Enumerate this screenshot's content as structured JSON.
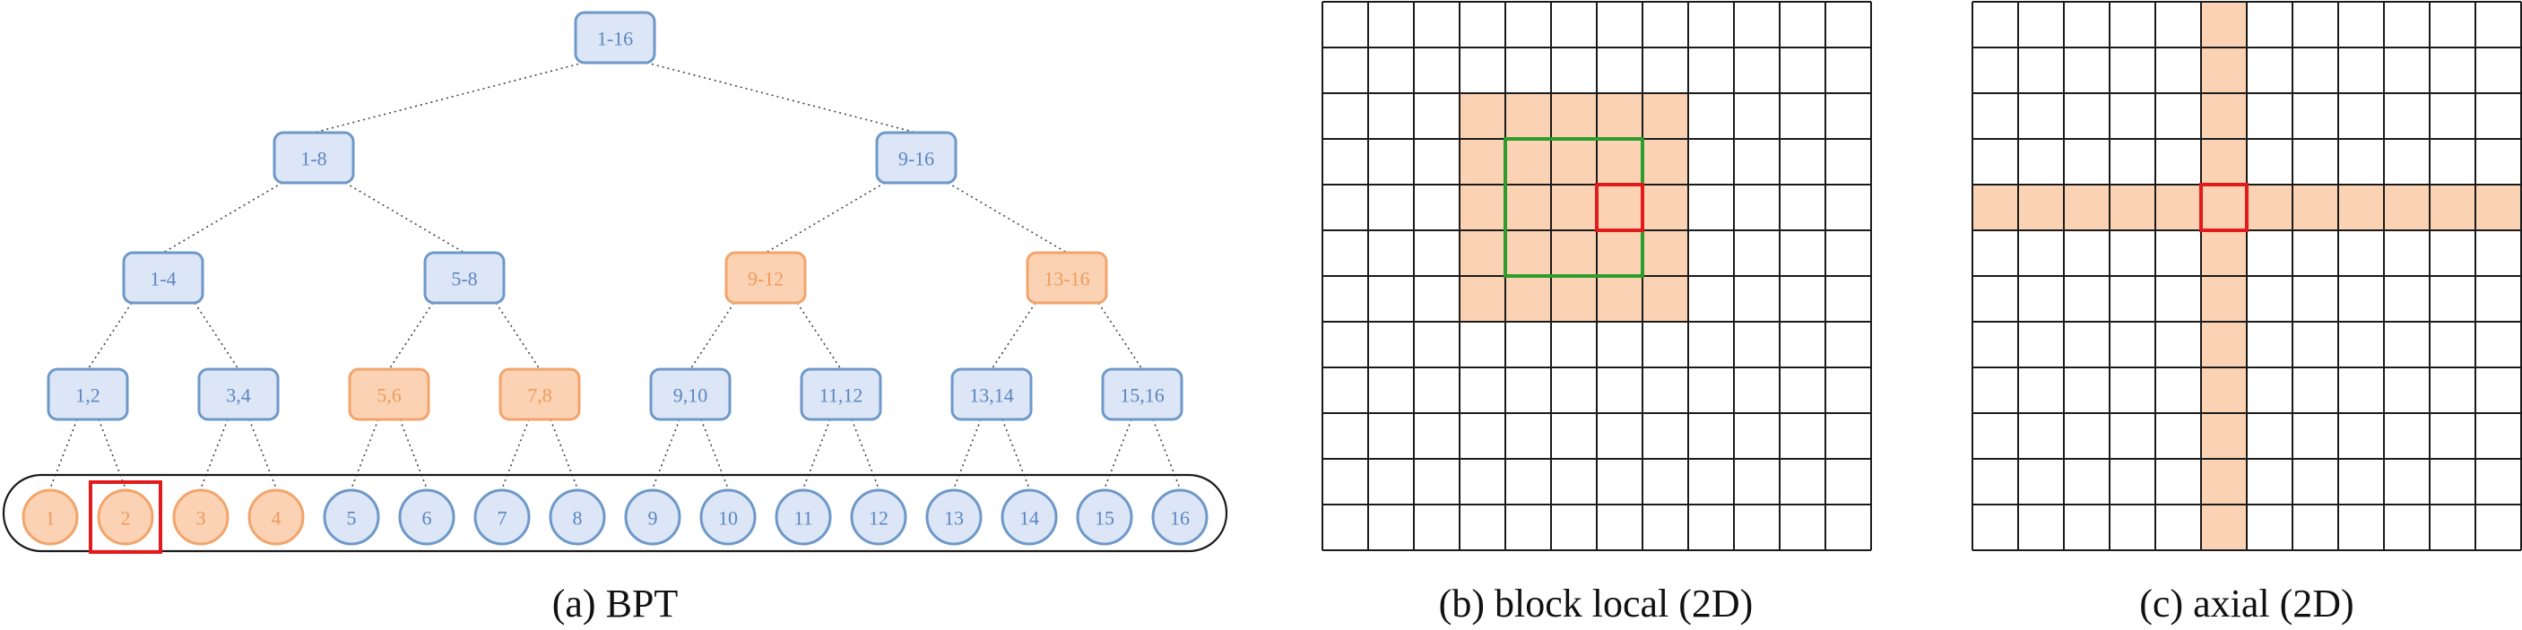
{
  "colors": {
    "blue_fill": "#dce6f7",
    "blue_stroke": "#6e98c8",
    "blue_text": "#5b86bf",
    "orange_fill": "#fbd3b4",
    "orange_stroke": "#f2a46b",
    "orange_text": "#ee9a5c",
    "highlight_red": "#e31a1c",
    "block_green": "#2c9c2c",
    "shade": "#fbd3b4",
    "grid_line": "#1a1a1a"
  },
  "bpt": {
    "caption": "(a)  BPT",
    "root": "1-16",
    "level1": [
      "1-8",
      "9-16"
    ],
    "level2": [
      "1-4",
      "5-8",
      "9-12",
      "13-16"
    ],
    "level3": [
      "1,2",
      "3,4",
      "5,6",
      "7,8",
      "9,10",
      "11,12",
      "13,14",
      "15,16"
    ],
    "leaves": [
      "1",
      "2",
      "3",
      "4",
      "5",
      "6",
      "7",
      "8",
      "9",
      "10",
      "11",
      "12",
      "13",
      "14",
      "15",
      "16"
    ],
    "highlighted_orange": [
      "9-12",
      "13-16",
      "5,6",
      "7,8",
      "1",
      "2",
      "3",
      "4"
    ],
    "query_leaf": "2"
  },
  "block_local": {
    "caption": "(b)  block local (2D)",
    "grid_size": 12,
    "query_cell": {
      "row": 4,
      "col": 6
    },
    "shaded_rows": [
      2,
      6
    ],
    "shaded_cols": [
      3,
      7
    ],
    "block_rows": [
      3,
      5
    ],
    "block_cols": [
      4,
      6
    ]
  },
  "axial": {
    "caption": "(c)  axial (2D)",
    "grid_size": 12,
    "query_cell": {
      "row": 4,
      "col": 5
    }
  }
}
